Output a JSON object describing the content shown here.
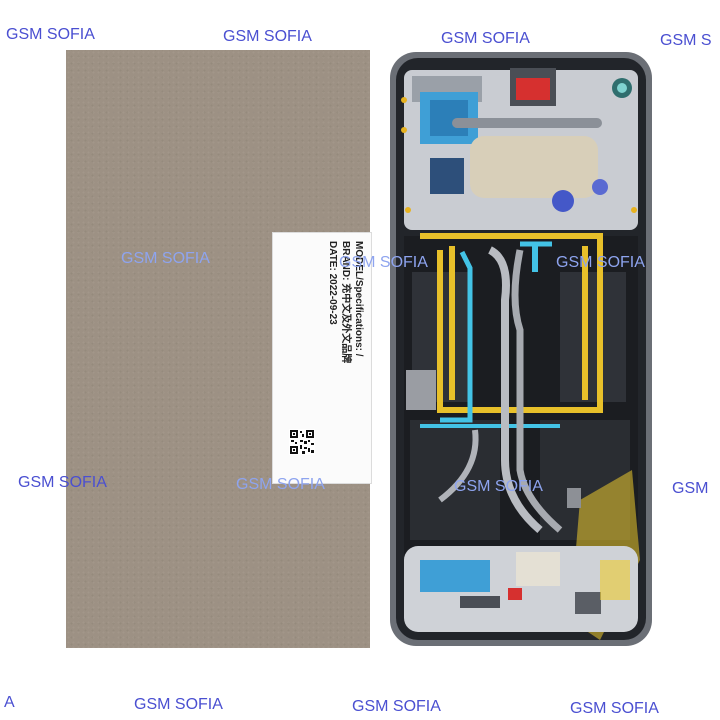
{
  "watermark": {
    "text_full": "GSM SOFIA",
    "text_cut_right": "GSM S",
    "text_cut_right2": "GSM",
    "text_cut_left": "A"
  },
  "label": {
    "line1": "MODEL/Specifications: /",
    "line2": "BRAND: 充中文及外文品牌",
    "line3": "DATE: 2022-09-23"
  },
  "colors": {
    "cardboard": "#9d9184",
    "frame": "#2b2e34",
    "flex_yellow": "#e8c02a",
    "flex_cyan": "#43c3e6",
    "watermark": "#4a4fd1"
  }
}
